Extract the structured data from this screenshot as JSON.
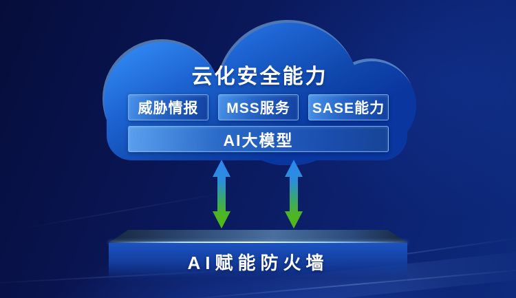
{
  "cloud": {
    "title": "云化安全能力",
    "capabilities": [
      {
        "label": "威胁情报"
      },
      {
        "label": "MSS服务"
      },
      {
        "label": "SASE能力"
      }
    ],
    "ai_model_label": "AI大模型"
  },
  "arrows": {
    "style": "bidirectional-vertical",
    "gradient_top_color": "#2f85f1",
    "gradient_bottom_color": "#52ba12"
  },
  "platform": {
    "label": "AI赋能防火墙"
  },
  "colors": {
    "background_dark": "#060d3a",
    "background_light": "#0d2a7c",
    "cloud_top": "#3188f2",
    "cloud_bottom": "#0a36a0",
    "chip_border": "#80befa",
    "text": "#ffffff"
  }
}
